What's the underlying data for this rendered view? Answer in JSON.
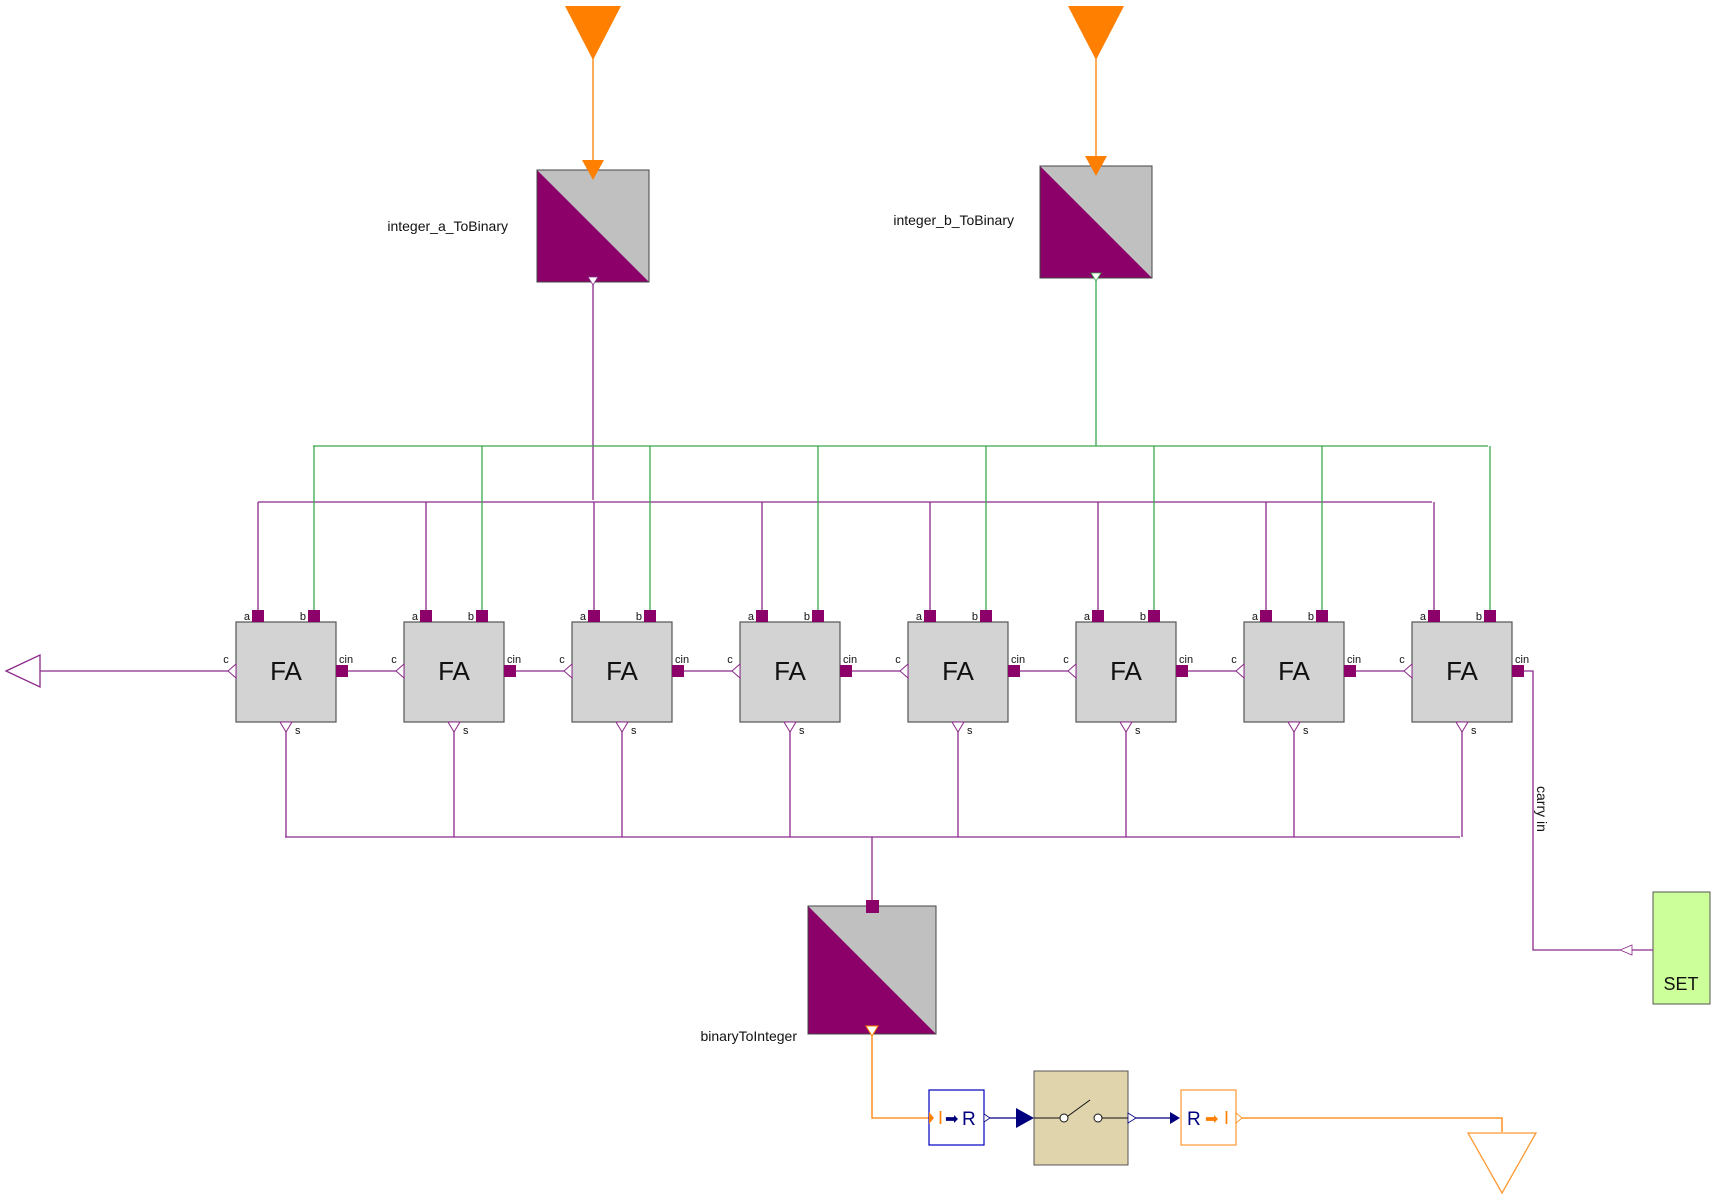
{
  "colors": {
    "logic": "#8b2a8b",
    "logic_fill": "#8b0069",
    "bus_b": "#3aa84a",
    "integer": "#ff7f00",
    "real": "#00007f",
    "fa_fill": "#d3d3d3",
    "fa_border": "#555555",
    "converter_gray": "#c0c0c0",
    "set_fill": "#ccff99",
    "switch_fill": "#dfd4ab",
    "conv_border_blue": "#0000c0",
    "conv_border_orange": "#ff9933"
  },
  "blocks": {
    "integer_a": {
      "label": "integer_a_ToBinary"
    },
    "integer_b": {
      "label": "integer_b_ToBinary"
    },
    "binary_to_integer": {
      "label": "binaryToInteger"
    },
    "carry_label": "carry in",
    "set_label": "SET",
    "int_to_real": {
      "left": "I",
      "arrow": "➡",
      "right": "R"
    },
    "real_to_int": {
      "left": "R",
      "arrow": "➡",
      "right": "I"
    }
  },
  "full_adder": {
    "label": "FA",
    "port_a": "a",
    "port_b": "b",
    "port_c": "c",
    "port_cin": "cin",
    "port_s": "s",
    "count": 8
  }
}
